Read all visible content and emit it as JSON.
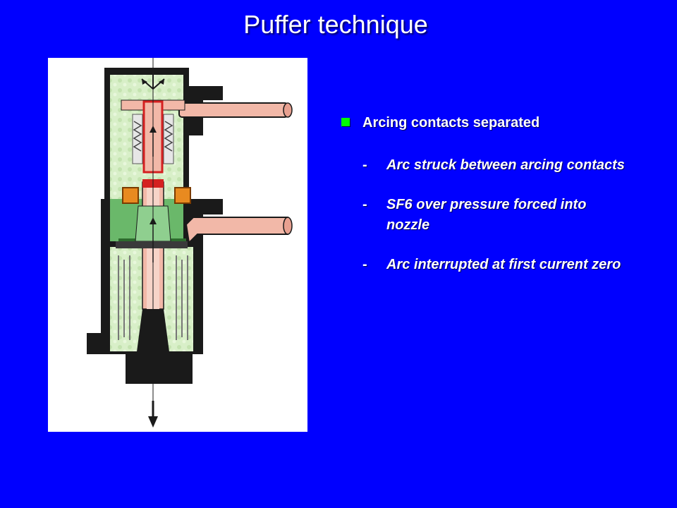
{
  "slide": {
    "title": "Puffer technique",
    "bullet": {
      "marker_icon": "square-bullet-icon",
      "marker_color": "#00ff00",
      "text": "Arcing contacts separated"
    },
    "sub_items": [
      {
        "dash": "-",
        "text": "Arc struck between arcing contacts"
      },
      {
        "dash": "-",
        "text": "SF6 over pressure forced into nozzle"
      },
      {
        "dash": "-",
        "text": "Arc interrupted at first current zero"
      }
    ],
    "colors": {
      "background": "#0000ff",
      "text": "#ffffff",
      "housing": "#1a1a1a",
      "gas": "#d8efc8",
      "conductor": "#f2b8a8",
      "nozzle": "#6ab86a",
      "contact": "#d42020"
    }
  }
}
